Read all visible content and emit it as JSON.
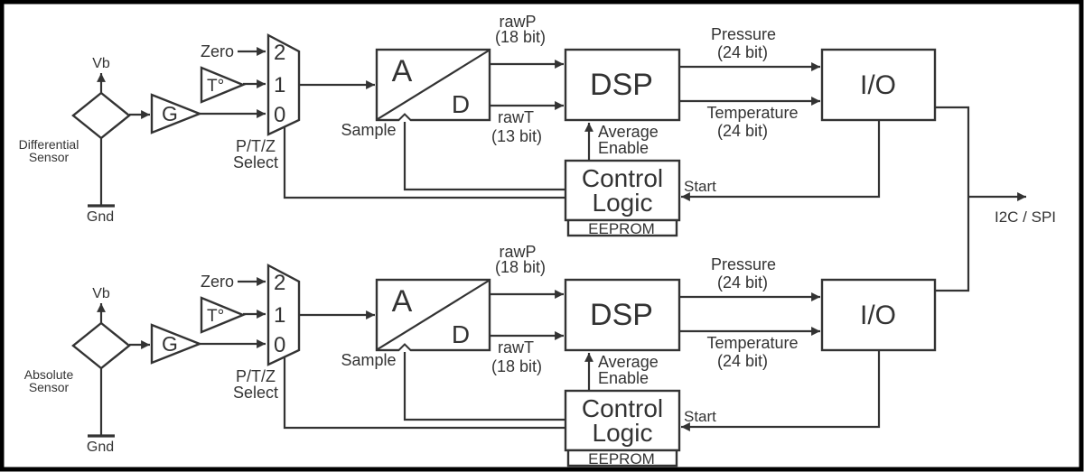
{
  "colors": {
    "line": "#333333",
    "text": "#333333",
    "background": "#ffffff",
    "border": "#000000"
  },
  "bus": {
    "label": "I2C / SPI"
  },
  "channels": [
    {
      "sensor": {
        "line1": "Differential",
        "line2": "Sensor",
        "supply": "Vb",
        "ground": "Gnd"
      },
      "amplifier": "G",
      "temp_source": "T°",
      "zero": "Zero",
      "mux": {
        "inputs": [
          "2",
          "1",
          "0"
        ],
        "select_line1": "P/T/Z",
        "select_line2": "Select"
      },
      "adc": {
        "analog": "A",
        "digital": "D",
        "sample": "Sample"
      },
      "dsp": "DSP",
      "io": "I/O",
      "control": {
        "line1": "Control",
        "line2": "Logic",
        "eeprom": "EEPROM"
      },
      "signals": {
        "rawp": "rawP",
        "rawp_bits": "(18 bit)",
        "rawt": "rawT",
        "rawt_bits": "(13 bit)",
        "pressure": "Pressure",
        "pressure_bits": "(24 bit)",
        "temperature": "Temperature",
        "temperature_bits": "(24 bit)",
        "average_line1": "Average",
        "average_line2": "Enable",
        "start": "Start"
      }
    },
    {
      "sensor": {
        "line1": "Absolute",
        "line2": "Sensor",
        "supply": "Vb",
        "ground": "Gnd"
      },
      "amplifier": "G",
      "temp_source": "T°",
      "zero": "Zero",
      "mux": {
        "inputs": [
          "2",
          "1",
          "0"
        ],
        "select_line1": "P/T/Z",
        "select_line2": "Select"
      },
      "adc": {
        "analog": "A",
        "digital": "D",
        "sample": "Sample"
      },
      "dsp": "DSP",
      "io": "I/O",
      "control": {
        "line1": "Control",
        "line2": "Logic",
        "eeprom": "EEPROM"
      },
      "signals": {
        "rawp": "rawP",
        "rawp_bits": "(18 bit)",
        "rawt": "rawT",
        "rawt_bits": "(18 bit)",
        "pressure": "Pressure",
        "pressure_bits": "(24 bit)",
        "temperature": "Temperature",
        "temperature_bits": "(24 bit)",
        "average_line1": "Average",
        "average_line2": "Enable",
        "start": "Start"
      }
    }
  ]
}
